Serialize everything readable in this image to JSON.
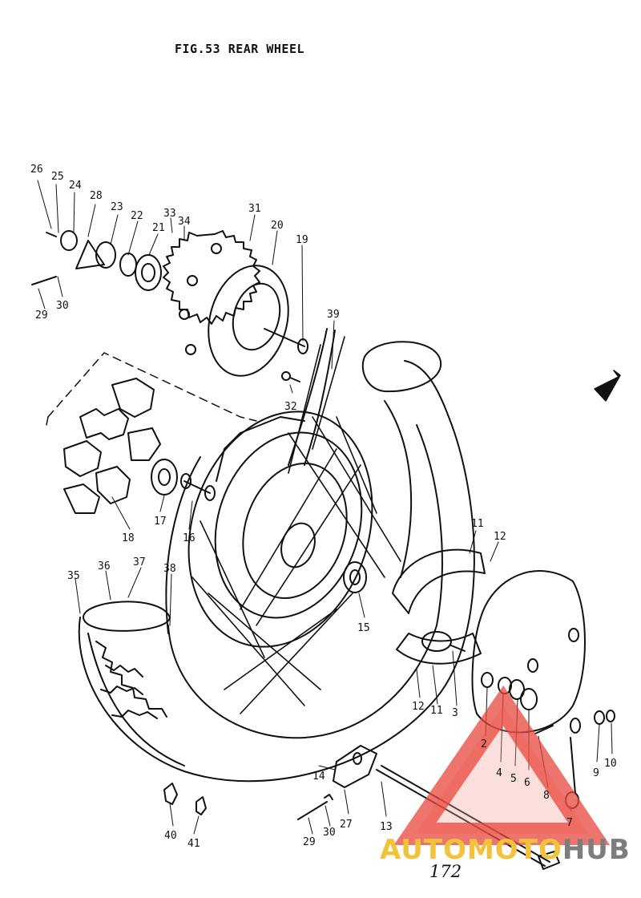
{
  "header": {
    "title": "FIG.53  REAR WHEEL"
  },
  "page_number": "172",
  "watermark": {
    "wordmark_primary": "AUTOMOTO",
    "wordmark_secondary": "HUB",
    "color_triangle": "#e8473c",
    "color_primary": "#f2c23a",
    "color_secondary": "#7d7d7d"
  },
  "callouts": {
    "p2": "2",
    "p3": "3",
    "p4": "4",
    "p5": "5",
    "p6": "6",
    "p7": "7",
    "p8": "8",
    "p9": "9",
    "p10": "10",
    "p11a": "11",
    "p11b": "11",
    "p12a": "12",
    "p12b": "12",
    "p13": "13",
    "p14": "14",
    "p15": "15",
    "p16": "16",
    "p17": "17",
    "p18": "18",
    "p19": "19",
    "p20": "20",
    "p21": "21",
    "p22": "22",
    "p23": "23",
    "p24": "24",
    "p25": "25",
    "p26": "26",
    "p27": "27",
    "p28": "28",
    "p29a": "29",
    "p29b": "29",
    "p30a": "30",
    "p30b": "30",
    "p31": "31",
    "p32": "32",
    "p33": "33",
    "p34": "34",
    "p35": "35",
    "p36": "36",
    "p37": "37",
    "p38": "38",
    "p39": "39",
    "p40": "40",
    "p41": "41"
  }
}
